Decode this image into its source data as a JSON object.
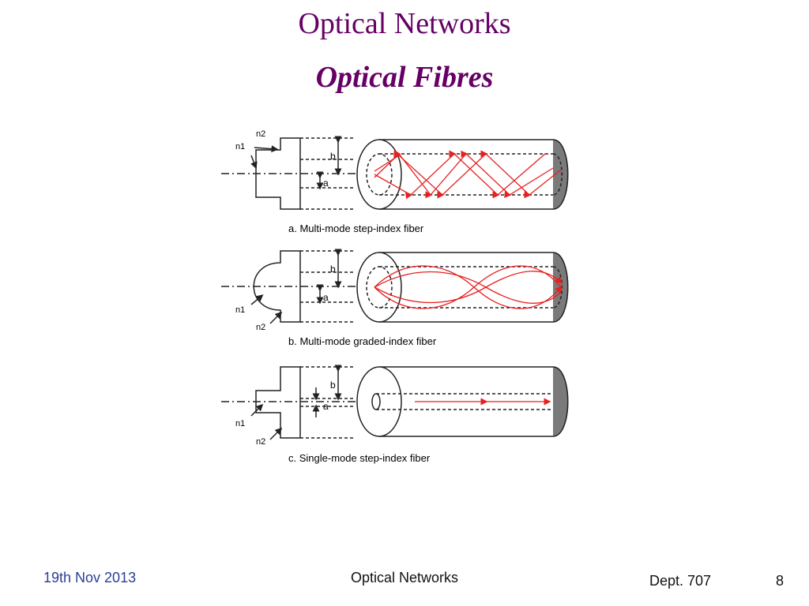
{
  "slide": {
    "title": "Optical Networks",
    "subtitle": "Optical Fibres"
  },
  "diagram": {
    "labels": {
      "n1": "n1",
      "n2": "n2",
      "a": "a",
      "b": "b"
    },
    "panels": [
      {
        "caption": "a. Multi-mode step-index fiber"
      },
      {
        "caption": "b. Multi-mode graded-index fiber"
      },
      {
        "caption": "c. Single-mode step-index fiber"
      }
    ],
    "colors": {
      "ray": "#e82020",
      "line": "#222222",
      "end_fill": "#7a7a7a"
    }
  },
  "footer": {
    "date": "19th Nov 2013",
    "center": "Optical Networks",
    "dept": "Dept. 707",
    "page": "8"
  }
}
